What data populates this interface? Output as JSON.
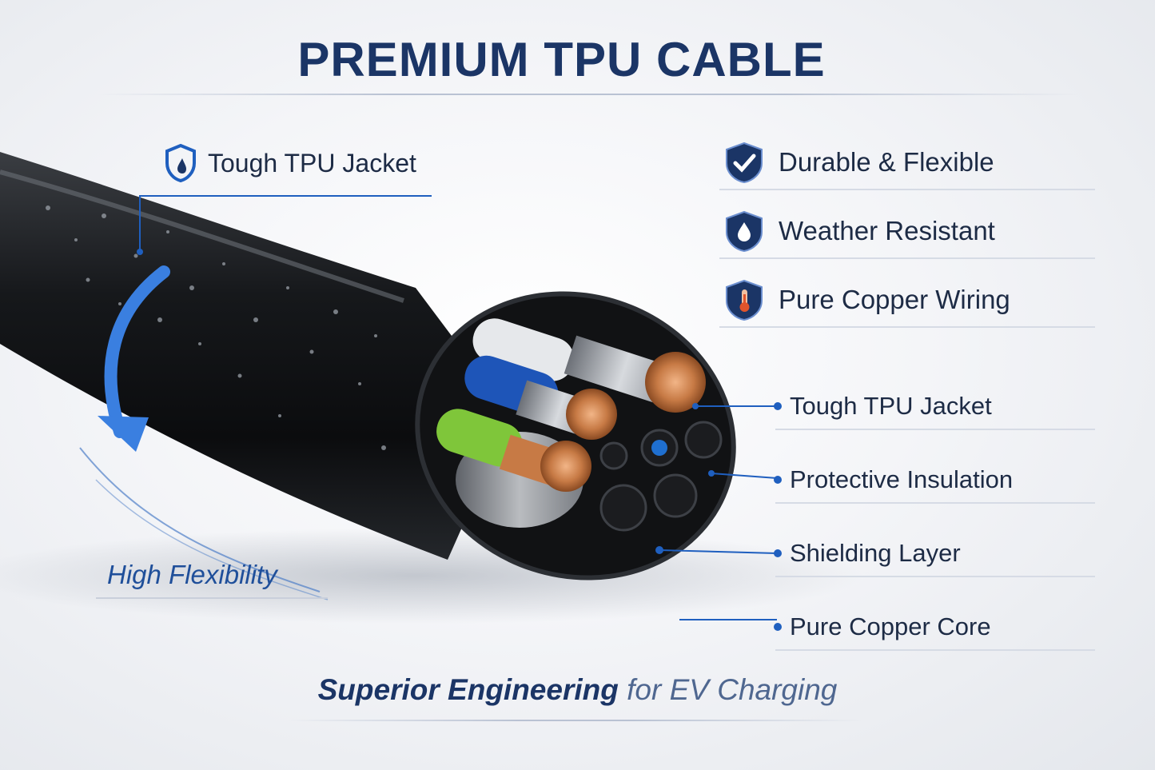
{
  "title": "PREMIUM TPU CABLE",
  "jacket_label": "Tough TPU Jacket",
  "flex_label": "High Flexibility",
  "features": [
    {
      "label": "Durable & Flexible",
      "icon": "shield-check-icon"
    },
    {
      "label": "Weather Resistant",
      "icon": "shield-droplet-icon"
    },
    {
      "label": "Pure Copper Wiring",
      "icon": "shield-thermometer-icon"
    }
  ],
  "callouts": [
    {
      "label": "Tough TPU Jacket"
    },
    {
      "label": "Protective Insulation"
    },
    {
      "label": "Shielding Layer"
    },
    {
      "label": "Pure Copper Core"
    }
  ],
  "tagline": {
    "strong": "Superior Engineering",
    "soft": "for EV Charging"
  },
  "colors": {
    "navy": "#1b3566",
    "accent": "#1f5fbf",
    "copper": "#c77a45"
  }
}
